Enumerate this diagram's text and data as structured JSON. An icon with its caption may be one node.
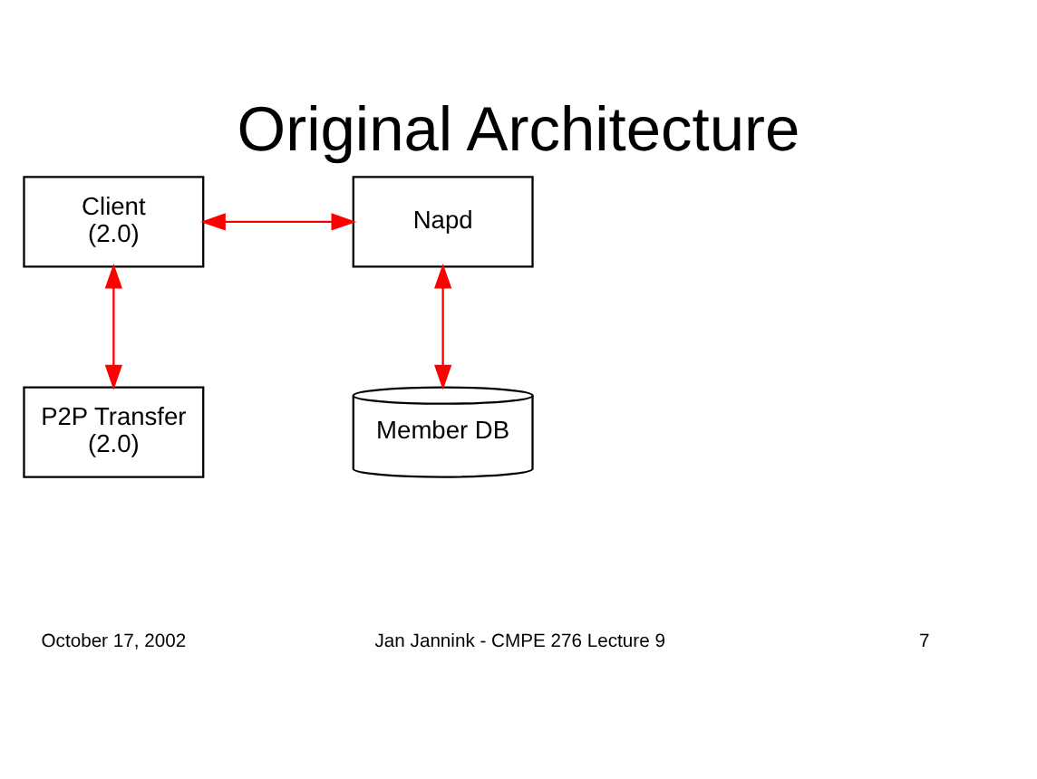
{
  "diagram": {
    "title": "Original Architecture",
    "nodes": [
      {
        "text": [
          "Client",
          "(2.0)"
        ]
      },
      {
        "text": [
          "Napd"
        ]
      },
      {
        "text": [
          "Member DB"
        ]
      },
      {
        "text": [
          "P2P Transfer",
          "(2.0)"
        ]
      }
    ],
    "edges": [
      {
        "from": 0,
        "to": 1,
        "arrow": "both",
        "color": "#ff0000"
      },
      {
        "from": 1,
        "to": 2,
        "arrow": "both",
        "color": "#ff0000"
      },
      {
        "from": 0,
        "to": 3,
        "arrow": "both",
        "color": "#ff0000"
      }
    ],
    "labels": [
      "October 17, 2002",
      "Jan Jannink - CMPE 276 Lecture 9",
      "7"
    ]
  }
}
